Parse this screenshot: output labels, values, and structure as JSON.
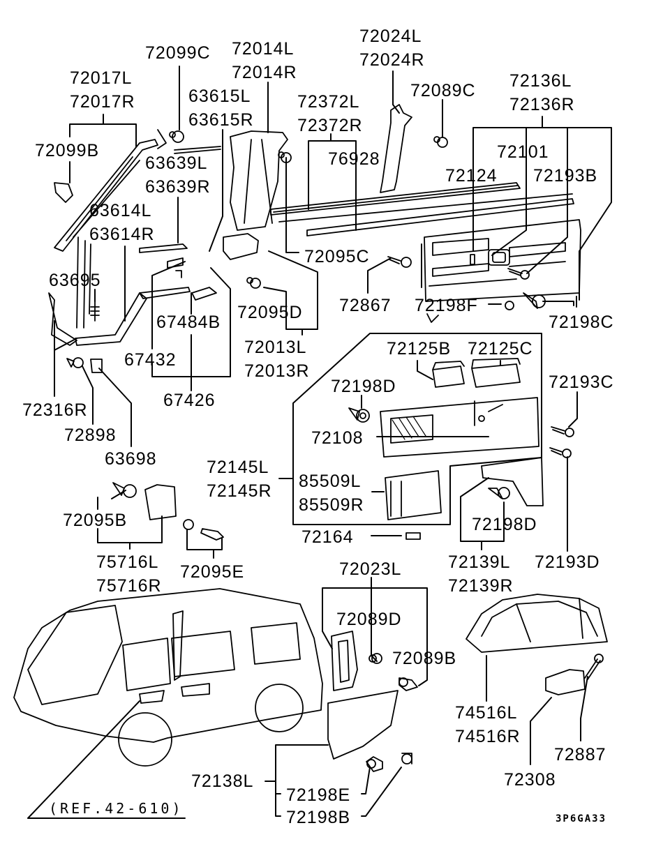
{
  "diagram": {
    "type": "parts-exploded-view",
    "subject": "Van interior trim",
    "drawing_code": "3P6GA33",
    "reference_note": "(REF.42-610)",
    "ink_color": "#000000",
    "background_color": "#ffffff"
  },
  "labels": {
    "p72099C": "72099C",
    "p72014L": "72014L",
    "p72014R": "72014R",
    "p72024L": "72024L",
    "p72024R": "72024R",
    "p72017L": "72017L",
    "p72017R": "72017R",
    "p63615L": "63615L",
    "p63615R": "63615R",
    "p72372L": "72372L",
    "p72372R": "72372R",
    "p72089C": "72089C",
    "p72136L": "72136L",
    "p72136R": "72136R",
    "p72099B": "72099B",
    "p63639L": "63639L",
    "p63639R": "63639R",
    "p76928": "76928",
    "p72101": "72101",
    "p72124": "72124",
    "p72193B": "72193B",
    "p63614L": "63614L",
    "p63614R": "63614R",
    "p72095C": "72095C",
    "p63695": "63695",
    "p72867": "72867",
    "p72198F": "72198F",
    "p72198C": "72198C",
    "p67484B": "67484B",
    "p72095D": "72095D",
    "p72013L": "72013L",
    "p72013R": "72013R",
    "p67432": "67432",
    "p67426": "67426",
    "p72316R": "72316R",
    "p72898": "72898",
    "p63698": "63698",
    "p72125B": "72125B",
    "p72125C": "72125C",
    "p72193C": "72193C",
    "p72198D_a": "72198D",
    "p72108": "72108",
    "p72145L": "72145L",
    "p72145R": "72145R",
    "p85509L": "85509L",
    "p85509R": "85509R",
    "p72198D_b": "72198D",
    "p72164": "72164",
    "p72139L": "72139L",
    "p72139R": "72139R",
    "p72193D": "72193D",
    "p72095B": "72095B",
    "p75716L": "75716L",
    "p75716R": "75716R",
    "p72095E": "72095E",
    "p72023L": "72023L",
    "p72089D": "72089D",
    "p72089B": "72089B",
    "p74516L": "74516L",
    "p74516R": "74516R",
    "p72887": "72887",
    "p72308": "72308",
    "p72138L": "72138L",
    "p72198E": "72198E",
    "p72198B": "72198B"
  }
}
